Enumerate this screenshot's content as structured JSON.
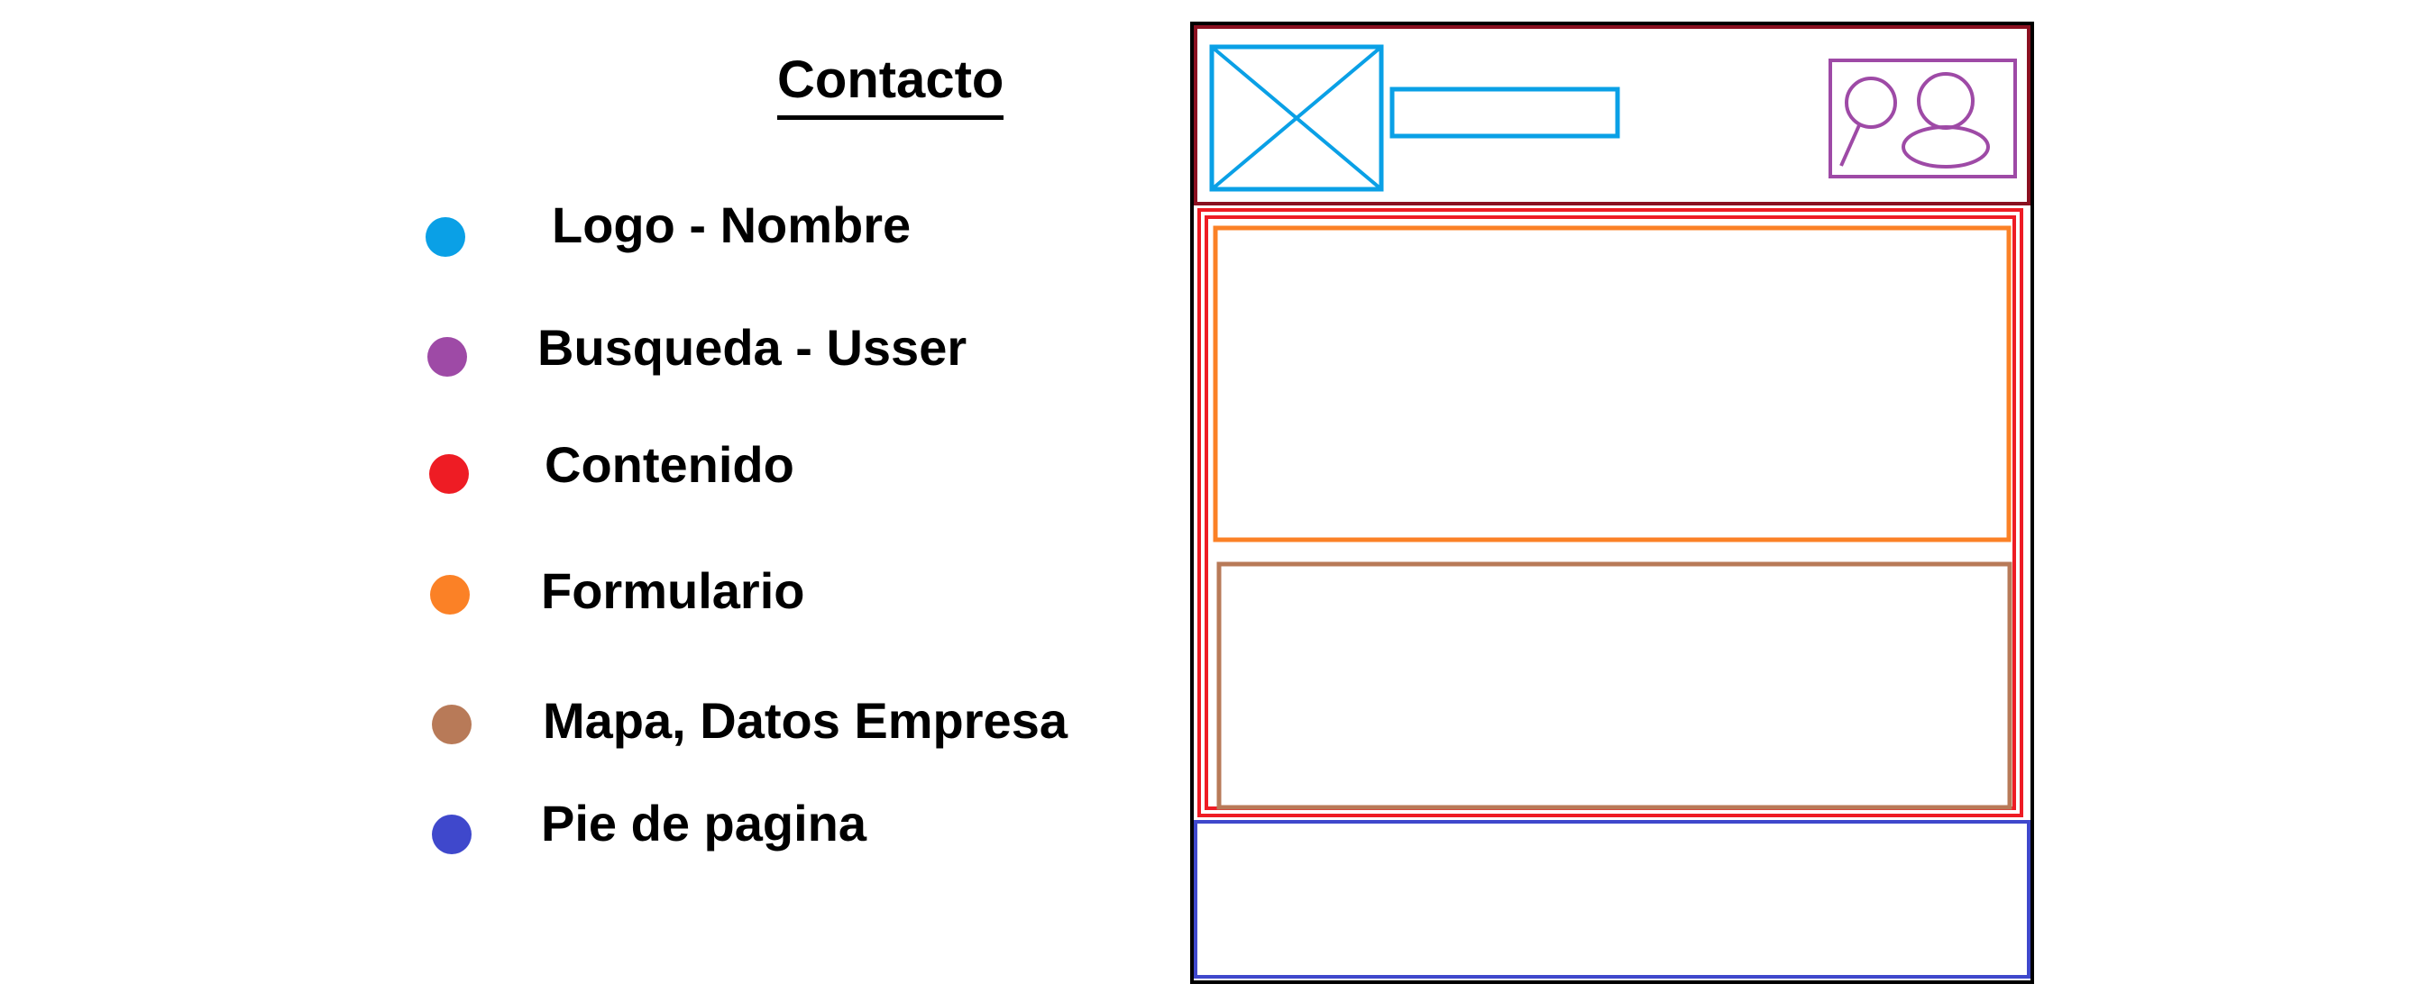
{
  "title": "Contacto",
  "legend": [
    {
      "label": "Logo - Nombre",
      "color": "#0aa0e6"
    },
    {
      "label": "Busqueda - Usser",
      "color": "#9e4aa6"
    },
    {
      "label": "Contenido",
      "color": "#ee1c24"
    },
    {
      "label": "Formulario",
      "color": "#fb8126"
    },
    {
      "label": "Mapa, Datos Empresa",
      "color": "#b87a58"
    },
    {
      "label": "Pie de pagina",
      "color": "#3f48cc"
    }
  ],
  "wireframe": {
    "outer_color": "#000000",
    "header_color": "#8a1020",
    "logo_color": "#0aa0e6",
    "search_user_color": "#9e4aa6",
    "content_color": "#ee1c24",
    "form_color": "#fb8126",
    "map_color": "#b87a58",
    "footer_color": "#3f48cc",
    "logo_icon": "image-placeholder-icon",
    "search_icon": "search-icon",
    "user_icon": "user-icon"
  }
}
